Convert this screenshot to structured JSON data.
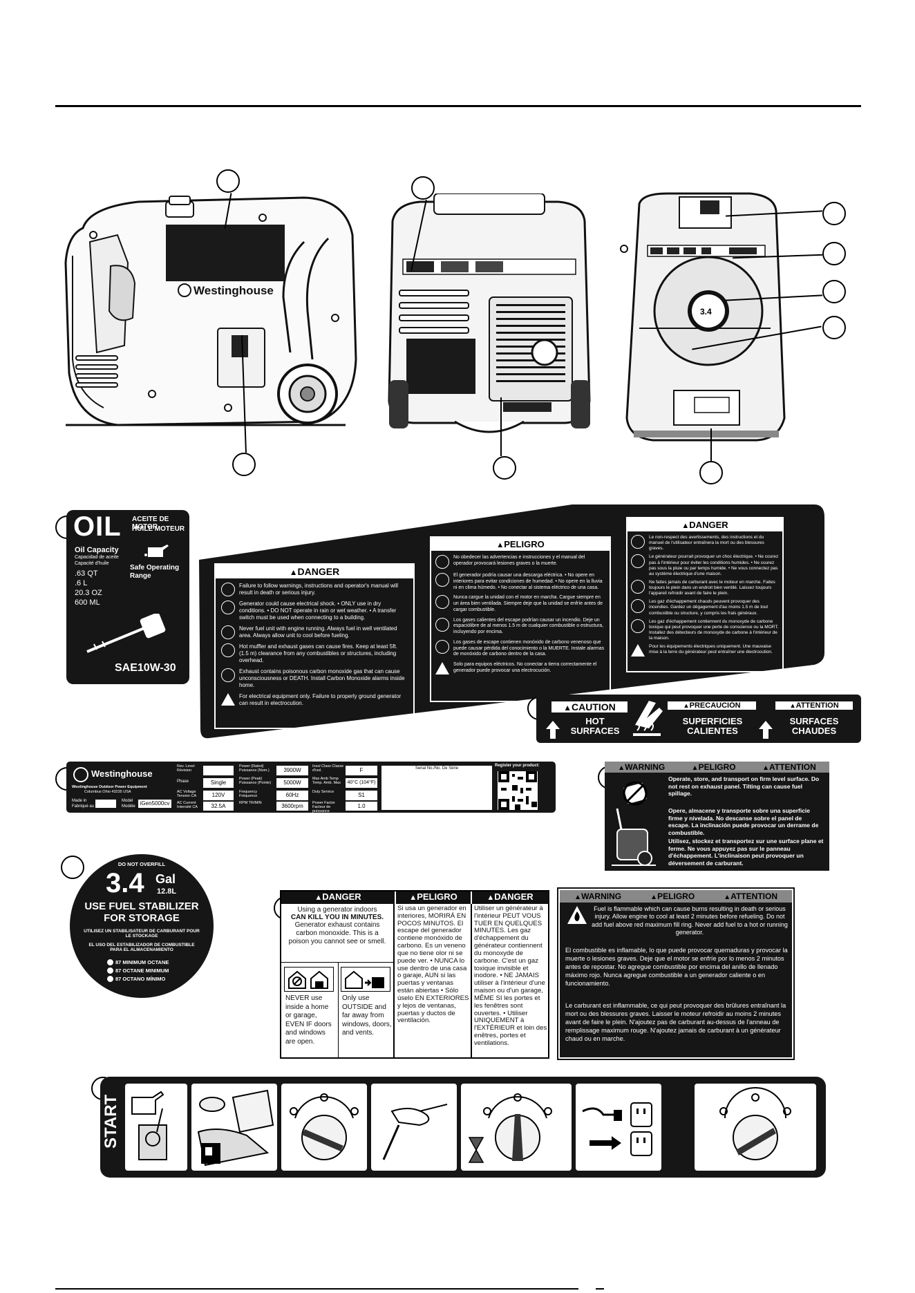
{
  "oil_label": {
    "title": "OIL",
    "subtitle_es": "ACEITE DE MOTOR",
    "subtitle_fr": "HUILE MOTEUR",
    "capacity_title": "Oil Capacity",
    "capacity_es": "Capacidad de aceite",
    "capacity_fr": "Capacité d'huile",
    "capacities": [
      ".63 QT",
      ".6 L",
      "20.3 OZ",
      "600 ML"
    ],
    "range_label": "Safe Operating Range",
    "grade": "SAE10W-30"
  },
  "danger_en": {
    "header": "DANGER",
    "items": [
      "Failure to follow warnings, instructions and operator's manual will result in death or serious injury.",
      "Generator could cause electrical shock. • ONLY use in dry conditions. • DO NOT operate in rain or wet weather. • A transfer switch must be used when connecting to a building.",
      "Never fuel unit with engine running. Always fuel in well ventilated area. Always allow unit to cool before fueling.",
      "Hot muffler and exhaust gases can cause fires. Keep at least 5ft. (1.5 m) clearance from any combustibles or structures, including overhead.",
      "Exhaust contains poisonous carbon monoxide gas that can cause unconsciousness or DEATH. Install Carbon Monoxide alarms inside home.",
      "For electrical equipment only. Failure to properly ground generator can result in electrocution."
    ]
  },
  "danger_es": {
    "header": "PELIGRO",
    "items": [
      "No obedecer las advertencias e instrucciones y el manual del operador provocará lesiones graves o la muerte.",
      "El generador podría causar una descarga eléctrica. • No opere en interiores para evitar condiciones de humedad. • No opere en la lluvia ni en clima húmedo. • No conectar al sistema eléctrico de una casa.",
      "Nunca cargue la unidad con el motor en marcha. Cargue siempre en un área bien ventilada. Siempre deje que la unidad se enfríe antes de cargar combustible.",
      "Los gases calientes del escape podrían causar un incendio. Deje un espaciólibre de al menos 1.5 m de cualquier combustible o estructura, incluyendo por encima.",
      "Los gases de escape contienen monóxido de carbono venenoso que puede causar pérdida del conocimiento o la MUERTE. Instale alarmas de monóxido de carbono dentro de la casa.",
      "Solo para equipos eléctricos. No conectar a tierra correctamente el generador puede provocar una electrocución."
    ]
  },
  "danger_fr": {
    "header": "DANGER",
    "items": [
      "Le non-respect des avertissements, des instructions et du manuel de l'utilisateur entraînera la mort ou des blessures graves.",
      "Le générateur pourrait provoquer un choc électrique. • Ne courez pas à l'intérieur pour éviter les conditions humides. • Ne courez pas sous la pluie ou par temps humide. • Ne vous connectez pas au système électrique d'une maison.",
      "Ne faites jamais de carburant avec le moteur en marche. Faites toujours le plein dans un endroit bien ventilé. Laissez toujours l'appareil refroidir avant de faire le plein.",
      "Les gaz d'échappement chauds peuvent provoquer des incendies. Gardez un dégagement d'au moins 1.5 m de tout combustible ou structure, y compris les frais généraux.",
      "Les gaz d'échappement contiennent du monoxyde de carbone toxique qui peut provoquer une perte de conscience ou la MORT. Installez des détecteurs de monoxyde de carbone à l'intérieur de la maison.",
      "Pour les équipements électriques uniquement. Une mauvaise mise à la terre du générateur peut entraîner une électrocution."
    ]
  },
  "caution_label": {
    "en_header": "CAUTION",
    "en_text": "HOT SURFACES",
    "es_header": "PRECAUCIÓN",
    "es_text": "SUPERFICIES CALIENTES",
    "fr_header": "ATTENTION",
    "fr_text": "SURFACES CHAUDES"
  },
  "spec_label": {
    "brand": "Westinghouse",
    "company": "Westinghouse Outdoor Power Equipment",
    "city": "Columbus Ohio 43235 USA",
    "made_in": "Made in",
    "made_in_fr": "Fabriqué au",
    "model_label": "Model",
    "model_label_fr": "Modèle",
    "model": "iGen5000cv",
    "rev_level": "Rev. Level Révision",
    "phase_label": "Phase",
    "phase": "Single",
    "ac_voltage_label": "AC Voltage Tension CA",
    "ac_voltage": "120V",
    "ac_current_label": "AC Current Intensité CA",
    "ac_current": "32.5A",
    "power_rated_label": "Power (Rated) Puissance (Nom.)",
    "power_rated": "3900W",
    "power_peak_label": "Power (Peak) Puissance (Pointe)",
    "power_peak": "5000W",
    "frequency_label": "Frequency Fréquence",
    "frequency": "60Hz",
    "rpm_label": "RPM TR/MIN",
    "rpm": "3600rpm",
    "insul_label": "Insul Class Classe d'isol.",
    "insul": "F",
    "max_temp_label": "Max Amb Temp Temp. Amb. Max",
    "max_temp": "40°C (104°F)",
    "duty_label": "Duty Service",
    "duty": "S1",
    "pf_label": "Power Factor Facteur de puissance",
    "pf": "1.0",
    "serial_label": "Serial No./No. De Série",
    "register": "Register your product:"
  },
  "stability_label": {
    "header_en": "WARNING",
    "header_es": "PELIGRO",
    "header_fr": "ATTENTION",
    "text_en": "Operate, store, and transport on firm level surface. Do not rest on exhaust panel. Tilting can cause fuel spillage.",
    "text_es": "Opere, almacene y transporte sobre una superficie firme y nivelada. No descanse sobre el panel de escape. La inclinación puede provocar un derrame de combustible.",
    "text_fr": "Utilisez, stockez et transportez sur une surface plane et ferme. Ne vous appuyez pas sur le panneau d'échappement. L'inclinaison peut provoquer un déversement de carburant."
  },
  "fuel_cap": {
    "top": "DO NOT OVERFILL",
    "capacity": "3.4",
    "unit": "Gal",
    "liters": "12.8L",
    "stabilizer_en": "USE FUEL STABILIZER FOR STORAGE",
    "stabilizer_fr": "UTILISEZ UN STABILISATEUR DE CARBURANT POUR LE STOCKAGE",
    "stabilizer_es": "EL USO DEL ESTABILIZADOR DE COMBUSTIBLE PARA EL ALMACENAMIENTO",
    "octane": [
      "87 MINIMUM OCTANE",
      "87 OCTANE MINIMUM",
      "87 OCTANO MÍNIMO"
    ]
  },
  "co_label": {
    "en_header": "DANGER",
    "es_header": "PELIGRO",
    "fr_header": "DANGER",
    "en_intro_1": "Using a generator indoors",
    "en_intro_bold": "CAN KILL YOU IN MINUTES.",
    "en_intro_2": "Generator exhaust contains carbon monoxide. This is a poison you cannot see or smell.",
    "en_never": "NEVER use inside a home or garage, EVEN IF doors and windows are open.",
    "en_only": "Only use OUTSIDE and far away from windows, doors, and vents.",
    "es_text": "Si usa un generador en interiores, MORIRÁ EN POCOS MINUTOS. El escape del generador contiene monóxido de carbono. Es un veneno que no tiene olor ni se puede ver. • NUNCA lo use dentro de una casa o garaje, AUN si las puertas y ventanas están abiertas • Sólo úselo EN EXTERIORES y lejos de ventanas, puertas y ductos de ventilación.",
    "fr_text": "Utiliser un générateur à l'intérieur PEUT VOUS TUER EN QUELQUES MINUTES. Les gaz d'échappement du générateur contiennent du monoxyde de carbone. C'est un gaz toxique invisible et inodore. • NE JAMAIS utiliser à l'intérieur d'une maison ou d'un garage, MÊME SI les portes et les fenêtres sont ouvertes. • Utiliser UNIQUEMENT à l'EXTÉRIEUR et loin des enêtres, portes et ventilations."
  },
  "fuel_warning": {
    "header_en": "WARNING",
    "header_es": "PELIGRO",
    "header_fr": "ATTENTION",
    "text_en": "Fuel is flammable which can cause burns resulting in death or serious injury. Allow engine to cool at least 2 minutes before refueling. Do not add fuel above red maximum fill ring. Never add fuel to a hot or running generator.",
    "text_es": "El combustible es inflamable, lo que puede provocar quemaduras y provocar la muerte o lesiones graves. Deje que el motor se enfríe por lo menos 2 minutos antes de repostar. No agregue combustible por encima del anillo de llenado máximo rojo. Nunca agregue combustible a un generador caliente o en funcionamiento.",
    "text_fr": "Le carburant est inflammable, ce qui peut provoquer des brûlures entraînant la mort ou des blessures graves. Laisser le moteur refroidir au moins 2 minutes avant de faire le plein. N'ajoutez pas de carburant au-dessus de l'anneau de remplissage maximum rouge. N'ajoutez jamais de carburant à un générateur chaud ou en marche."
  },
  "front_view": {
    "brand": "Westinghouse"
  },
  "start_label": {
    "title": "START"
  }
}
